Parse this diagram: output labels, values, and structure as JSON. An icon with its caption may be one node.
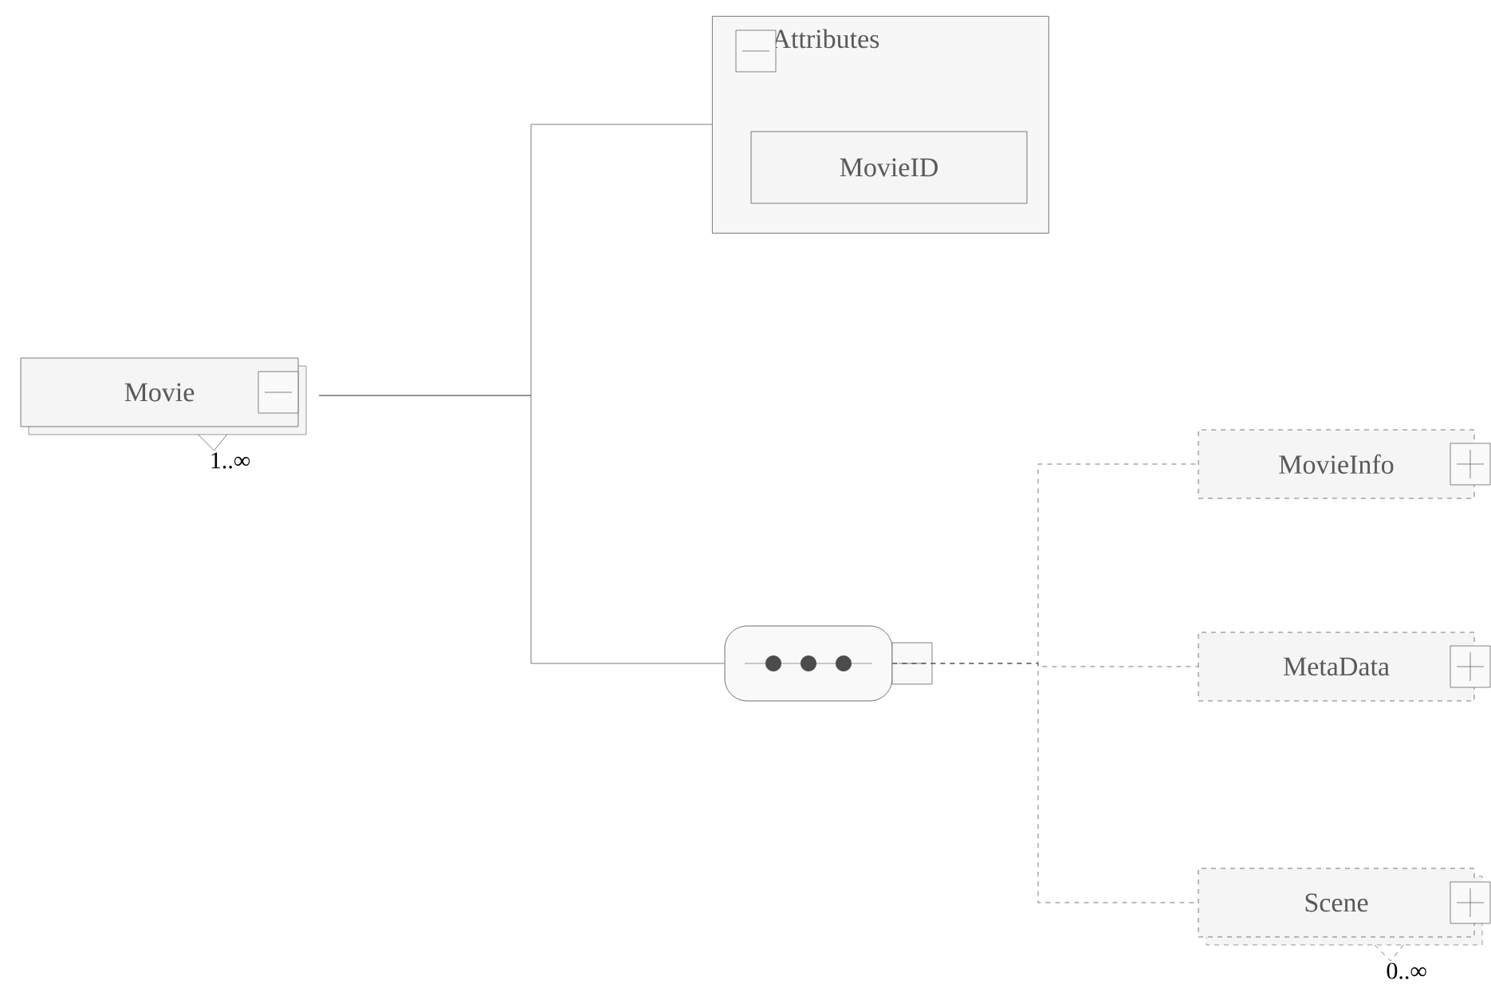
{
  "diagram": {
    "nodes": [
      {
        "text": [
          "Movie"
        ],
        "beside": [
          "1..∞"
        ]
      },
      {
        "text": [
          "Attributes"
        ]
      },
      {
        "text": [
          "MovieID"
        ],
        "in": 1
      },
      {
        "text": [],
        "shape": "box"
      },
      {
        "text": [
          "MovieInfo"
        ]
      },
      {
        "text": [
          "MetaData"
        ]
      },
      {
        "text": [
          "Scene"
        ],
        "beside": [
          "0..∞"
        ]
      }
    ],
    "edges": [
      {
        "from": 0,
        "to": 1,
        "arrow": "none"
      },
      {
        "from": 0,
        "to": 3,
        "arrow": "none"
      },
      {
        "from": 3,
        "to": 4,
        "arrow": "none",
        "style": "dashed"
      },
      {
        "from": 3,
        "to": 5,
        "arrow": "none",
        "style": "dashed"
      },
      {
        "from": 3,
        "to": 6,
        "arrow": "none",
        "style": "dashed"
      }
    ]
  }
}
